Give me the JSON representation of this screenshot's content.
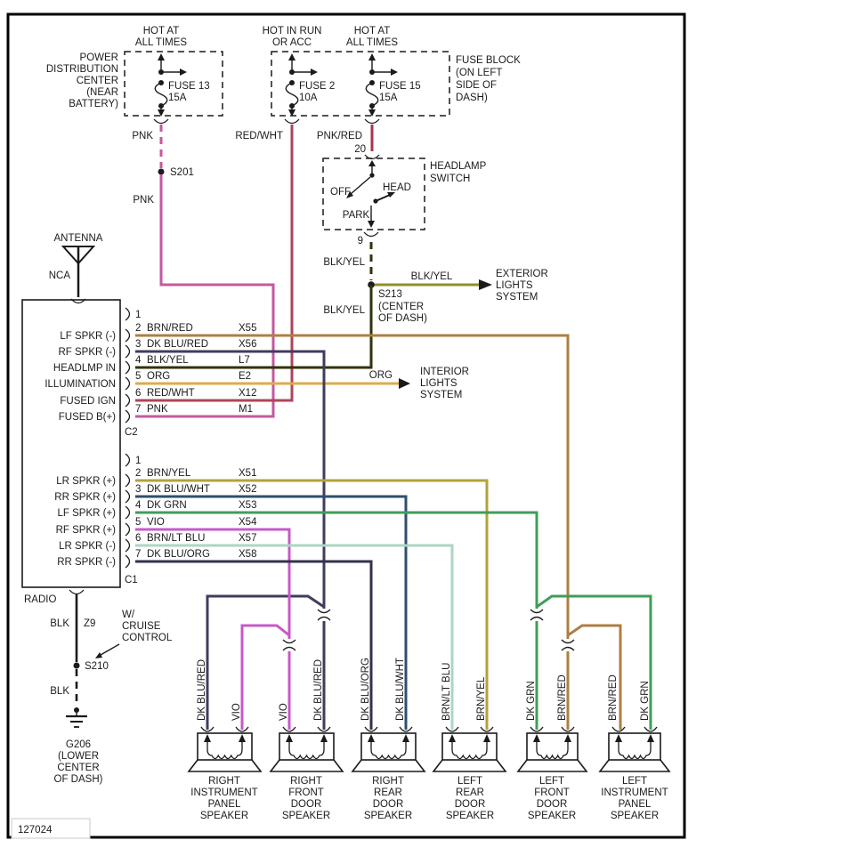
{
  "figure_id": "127024",
  "colors": {
    "pnk": "#c4589e",
    "red_wht": "#b04358",
    "pnk_red": "#a8344e",
    "blk_yel": "#32320e",
    "org": "#ddab4a",
    "brn_red": "#ad7f42",
    "dk_blu_red": "#3f3c5e",
    "brn_yel": "#b5a238",
    "dk_blu_wht": "#2c4f6e",
    "dk_grn": "#3f9e58",
    "vio": "#c858c8",
    "brn_lt_blu": "#abd6c2",
    "dk_blu_org": "#32324e",
    "blk": "#1a1a1a",
    "blk_yel_branch": "#8f8f2a"
  },
  "pdc": {
    "hot1": "HOT AT",
    "hot2": "ALL TIMES",
    "name1": "POWER",
    "name2": "DISTRIBUTION",
    "name3": "CENTER",
    "name4": "(NEAR",
    "name5": "BATTERY)",
    "fuse_name": "FUSE 13",
    "fuse_rating": "15A",
    "wire_upper": "PNK",
    "splice": "S201",
    "wire_lower": "PNK"
  },
  "fuse_block": {
    "name1": "FUSE BLOCK",
    "name2": "(ON LEFT",
    "name3": "SIDE OF",
    "name4": "DASH)",
    "fuse2_hot1": "HOT IN RUN",
    "fuse2_hot2": "OR ACC",
    "fuse2_name": "FUSE 2",
    "fuse2_rating": "10A",
    "fuse2_wire": "RED/WHT",
    "fuse15_hot1": "HOT AT",
    "fuse15_hot2": "ALL TIMES",
    "fuse15_name": "FUSE 15",
    "fuse15_rating": "15A",
    "fuse15_wire": "PNK/RED"
  },
  "headlamp_switch": {
    "name1": "HEADLAMP",
    "name2": "SWITCH",
    "pin_in": "20",
    "pin_out": "9",
    "off": "OFF",
    "head": "HEAD",
    "park": "PARK",
    "wire_out_upper": "BLK/YEL",
    "wire_out_lower": "BLK/YEL"
  },
  "s213": {
    "label": "S213",
    "loc1": "(CENTER",
    "loc2": "OF DASH)",
    "branch_wire": "BLK/YEL",
    "exterior1": "EXTERIOR",
    "exterior2": "LIGHTS",
    "exterior3": "SYSTEM"
  },
  "interior": {
    "wire": "ORG",
    "line1": "INTERIOR",
    "line2": "LIGHTS",
    "line3": "SYSTEM"
  },
  "antenna": {
    "label": "ANTENNA",
    "wire": "NCA"
  },
  "radio": {
    "label": "RADIO",
    "c2_label": "C2",
    "c1_label": "C1",
    "c2_pins": [
      {
        "num": "1",
        "wire": "",
        "code": "",
        "func": ""
      },
      {
        "num": "2",
        "wire": "BRN/RED",
        "code": "X55",
        "func": "LF SPKR (-)"
      },
      {
        "num": "3",
        "wire": "DK BLU/RED",
        "code": "X56",
        "func": "RF SPKR (-)"
      },
      {
        "num": "4",
        "wire": "BLK/YEL",
        "code": "L7",
        "func": "HEADLMP IN"
      },
      {
        "num": "5",
        "wire": "ORG",
        "code": "E2",
        "func": "ILLUMINATION"
      },
      {
        "num": "6",
        "wire": "RED/WHT",
        "code": "X12",
        "func": "FUSED IGN"
      },
      {
        "num": "7",
        "wire": "PNK",
        "code": "M1",
        "func": "FUSED B(+)"
      }
    ],
    "c1_pins": [
      {
        "num": "1",
        "wire": "",
        "code": "",
        "func": ""
      },
      {
        "num": "2",
        "wire": "BRN/YEL",
        "code": "X51",
        "func": "LR SPKR (+)"
      },
      {
        "num": "3",
        "wire": "DK BLU/WHT",
        "code": "X52",
        "func": "RR SPKR (+)"
      },
      {
        "num": "4",
        "wire": "DK GRN",
        "code": "X53",
        "func": "LF SPKR (+)"
      },
      {
        "num": "5",
        "wire": "VIO",
        "code": "X54",
        "func": "RF SPKR (+)"
      },
      {
        "num": "6",
        "wire": "BRN/LT BLU",
        "code": "X57",
        "func": "LR SPKR (-)"
      },
      {
        "num": "7",
        "wire": "DK BLU/ORG",
        "code": "X58",
        "func": "RR SPKR (-)"
      }
    ]
  },
  "ground": {
    "wire_upper": "BLK",
    "circuit": "Z9",
    "note1": "W/",
    "note2": "CRUISE",
    "note3": "CONTROL",
    "splice": "S210",
    "wire_lower": "BLK",
    "label": "G206",
    "loc1": "(LOWER",
    "loc2": "CENTER",
    "loc3": "OF DASH)"
  },
  "speakers": [
    {
      "l1": "RIGHT",
      "l2": "INSTRUMENT",
      "l3": "PANEL",
      "l4": "SPEAKER",
      "left_wire": "DK BLU/RED",
      "right_wire": "VIO"
    },
    {
      "l1": "RIGHT",
      "l2": "FRONT",
      "l3": "DOOR",
      "l4": "SPEAKER",
      "left_wire": "VIO",
      "right_wire": "DK BLU/RED"
    },
    {
      "l1": "RIGHT",
      "l2": "REAR",
      "l3": "DOOR",
      "l4": "SPEAKER",
      "left_wire": "DK BLU/ORG",
      "right_wire": "DK BLU/WHT"
    },
    {
      "l1": "LEFT",
      "l2": "REAR",
      "l3": "DOOR",
      "l4": "SPEAKER",
      "left_wire": "BRN/LT BLU",
      "right_wire": "BRN/YEL"
    },
    {
      "l1": "LEFT",
      "l2": "FRONT",
      "l3": "DOOR",
      "l4": "SPEAKER",
      "left_wire": "DK GRN",
      "right_wire": "BRN/RED"
    },
    {
      "l1": "LEFT",
      "l2": "INSTRUMENT",
      "l3": "PANEL",
      "l4": "SPEAKER",
      "left_wire": "BRN/RED",
      "right_wire": "DK GRN"
    }
  ]
}
